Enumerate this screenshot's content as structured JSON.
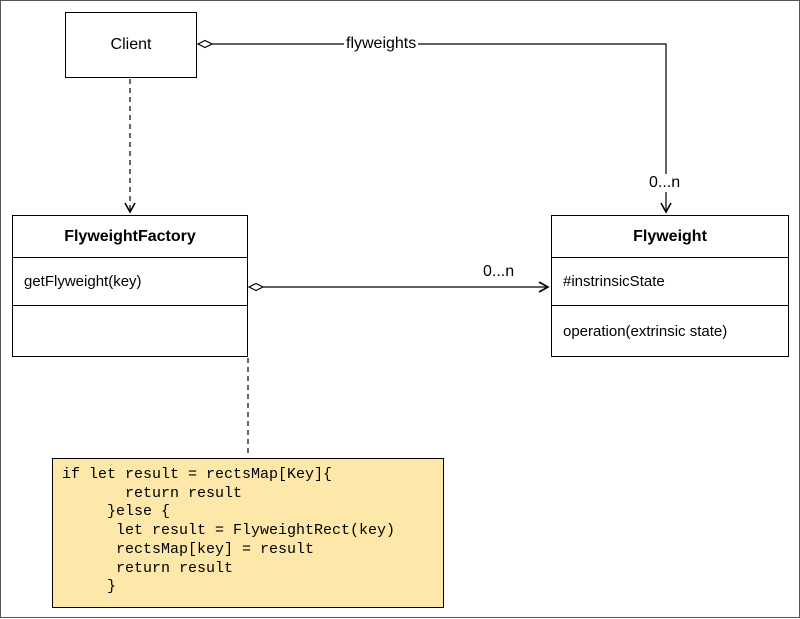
{
  "client": {
    "name": "Client"
  },
  "factory": {
    "name": "FlyweightFactory",
    "operations": [
      "getFlyweight(key)"
    ]
  },
  "flyweight": {
    "name": "Flyweight",
    "attributes": [
      "#instrinsicState"
    ],
    "operations": [
      "operation(extrinsic state)"
    ]
  },
  "relations": {
    "client_flyweights_label": "flyweights",
    "client_flyweights_multiplicity": "0...n",
    "factory_flyweight_multiplicity": "0...n"
  },
  "note": {
    "lines": [
      "if let result = rectsMap[Key]{",
      "       return result",
      "     }else {",
      "      let result = FlyweightRect(key)",
      "      rectsMap[key] = result",
      "      return result",
      "     }"
    ]
  }
}
